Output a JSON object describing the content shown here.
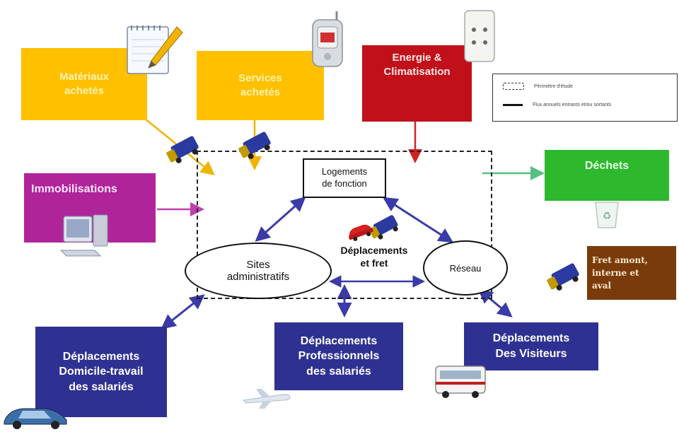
{
  "boxes": {
    "materiaux": "Matériaux\nachetés",
    "services": "Services\nachetés",
    "energie": "Energie &\nClimatisation",
    "dechets": "Déchets",
    "immobilisations": "Immobilisations",
    "fret": "Fret amont,\ninterne et\naval",
    "domicile": "Déplacements\nDomicile-travail\ndes salariés",
    "professionnels": "Déplacements\nProfessionnels\ndes salariés",
    "visiteurs": "Déplacements\nDes Visiteurs"
  },
  "nodes": {
    "logements": "Logements\nde fonction",
    "sites": "Sites\nadministratifs",
    "reseau": "Réseau",
    "deplacements_fret": "Déplacements\net fret"
  },
  "legend": {
    "perimetre": "Périmètre d'étude",
    "flux": "Flux annuels entrants et/ou sortants"
  },
  "colors": {
    "yellow": "#ffc000",
    "red": "#c0101a",
    "green": "#2eb82e",
    "magenta": "#b0249a",
    "navy": "#2e3192",
    "brown": "#7a3b0c",
    "arrow_blue": "#3a3aa8"
  }
}
